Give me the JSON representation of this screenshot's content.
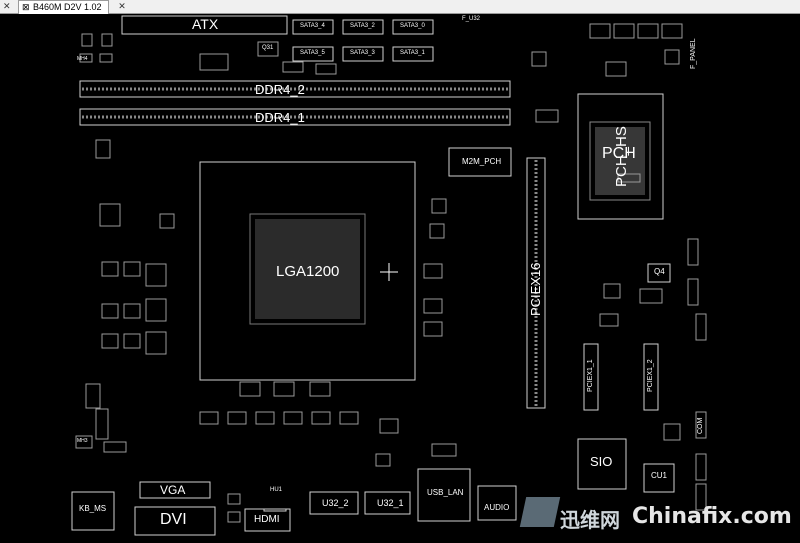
{
  "tab": {
    "title": "B460M D2V  1.02"
  },
  "board": {
    "components": {
      "atx": "ATX",
      "ddr4_2": "DDR4_2",
      "ddr4_1": "DDR4_1",
      "lga": "LGA1200",
      "pch": "PCH",
      "pch_hs": "PCH_HS",
      "pciex16": "PCIEX16",
      "m2m": "M2M_PCH",
      "sio": "SIO",
      "vga": "VGA",
      "dvi": "DVI",
      "hdmi": "HDMI",
      "kb_ms": "KB_MS",
      "u32_2": "U32_2",
      "u32_1": "U32_1",
      "usb_lan": "USB_LAN",
      "audio": "AUDIO",
      "cu1": "CU1",
      "q4": "Q4",
      "com": "COM",
      "pciex1_1": "PCIEX1_1",
      "pciex1_2": "PCIEX1_2",
      "f_panel": "F_PANEL",
      "f_u32": "F_U32",
      "sata3_4": "SATA3_4",
      "sata3_2": "SATA3_2",
      "sata3_0": "SATA3_0",
      "sata3_5": "SATA3_5",
      "sata3_3": "SATA3_3",
      "sata3_1": "SATA3_1",
      "q31": "Q31",
      "hu1": "HU1",
      "mh4": "MH4",
      "mh3": "MH3"
    }
  },
  "watermark": {
    "cn": "迅维网",
    "en": "Chinafix.com"
  }
}
